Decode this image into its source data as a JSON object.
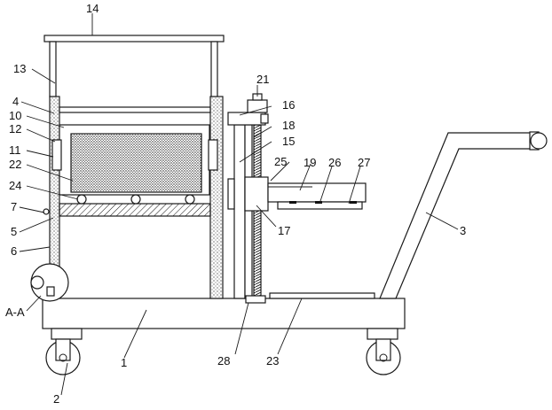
{
  "labels": {
    "l1": "1",
    "l2": "2",
    "l3": "3",
    "l4": "4",
    "l5": "5",
    "l6": "6",
    "l7": "7",
    "l10": "10",
    "l11": "11",
    "l12": "12",
    "l13": "13",
    "l14": "14",
    "l15": "15",
    "l16": "16",
    "l17": "17",
    "l18": "18",
    "l19": "19",
    "l21": "21",
    "l22": "22",
    "l23": "23",
    "l24": "24",
    "l25": "25",
    "l26": "26",
    "l27": "27",
    "l28": "28",
    "section": "A-A"
  }
}
